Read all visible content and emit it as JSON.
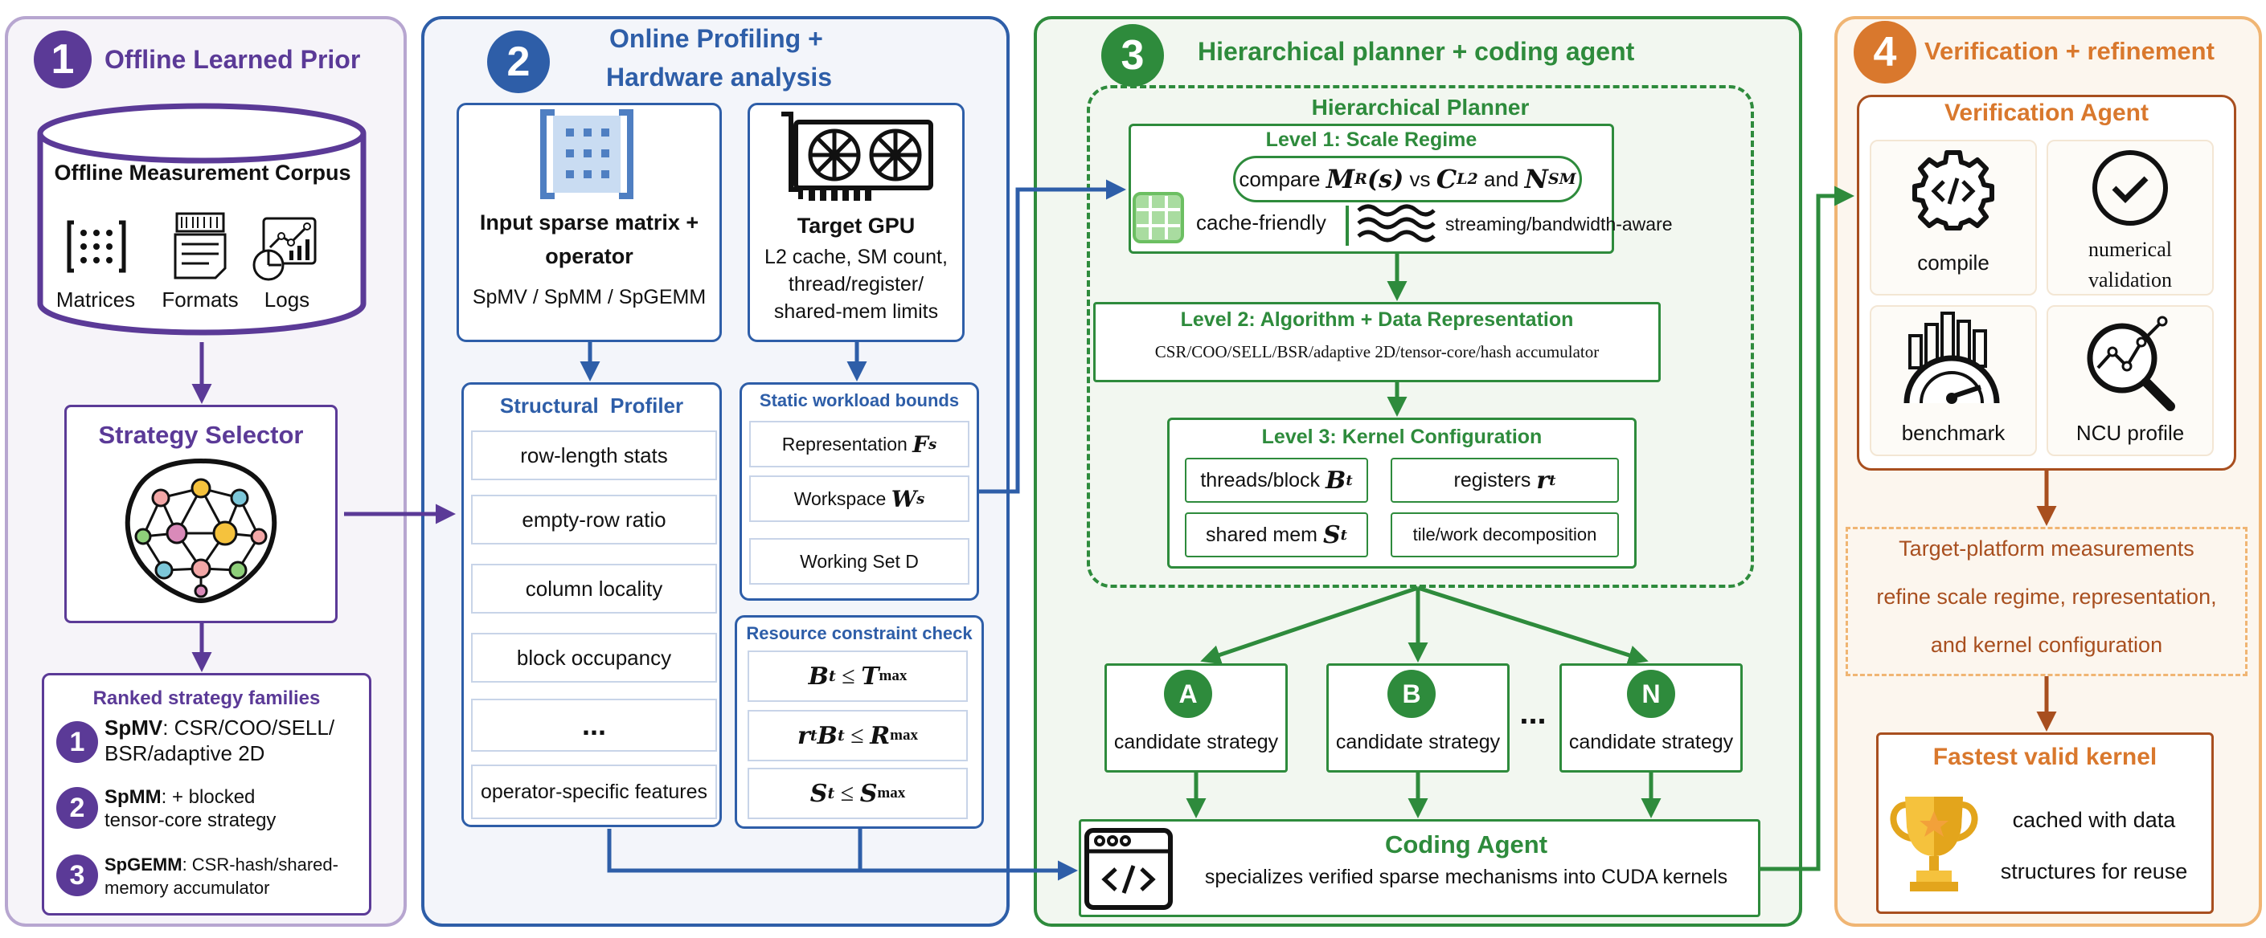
{
  "colors": {
    "purple": "#5b3a97",
    "purple_bg": "#f6f4f9",
    "purple_border": "#b7a6d0",
    "blue": "#2e5ea8",
    "blue_bg": "#f3f5fa",
    "green": "#2e8b3c",
    "green_bg": "#f2f7f0",
    "orange": "#d9782d",
    "orange_bg": "#fcf6ee",
    "brown": "#a84f1f"
  },
  "panel1": {
    "number": "1",
    "title": "Offline Learned Prior",
    "corpus_title": "Offline Measurement Corpus",
    "corpus_items": [
      "Matrices",
      "Formats",
      "Logs"
    ],
    "selector_title": "Strategy Selector",
    "ranked_title": "Ranked strategy families",
    "families": [
      {
        "num": "1",
        "name": "SpMV",
        "line1": ": CSR/COO/SELL/",
        "line2": "BSR/adaptive 2D"
      },
      {
        "num": "2",
        "name": "SpMM",
        "line1": ": + blocked",
        "line2": "tensor-core strategy"
      },
      {
        "num": "3",
        "name": "SpGEMM",
        "line1": ": CSR-hash/shared-",
        "line2": "memory accumulator"
      }
    ]
  },
  "panel2": {
    "number": "2",
    "title_line1": "Online Profiling +",
    "title_line2": "Hardware analysis",
    "input_line1": "Input sparse matrix +",
    "input_line2": "operator",
    "input_ops": "SpMV / SpMM / SpGEMM",
    "gpu_title": "Target GPU",
    "gpu_lines": [
      "L2 cache, SM count,",
      "thread/register/",
      "shared-mem limits"
    ],
    "profiler_title": "Structural  Profiler",
    "profiler_items": [
      "row-length stats",
      "empty-row ratio",
      "column locality",
      "block occupancy",
      "...",
      "operator-specific features"
    ],
    "static_title": "Static workload bounds",
    "static_items": [
      {
        "label": "Representation ",
        "sym": "F",
        "sub": "s"
      },
      {
        "label": "Workspace ",
        "sym": "W",
        "sub": "s"
      },
      {
        "label": "Working Set D",
        "sym": "",
        "sub": ""
      }
    ],
    "resource_title": "Resource constraint check",
    "constraints": [
      {
        "lhs": "B",
        "lsub": "t",
        "op": " ≤ ",
        "rhs": "T",
        "rsub": "max"
      },
      {
        "lhs": "r",
        "lsub": "t",
        "lhs2": "B",
        "lsub2": "t",
        "op": " ≤ ",
        "rhs": "R",
        "rsub": "max"
      },
      {
        "lhs": "S",
        "lsub": "t",
        "op": " ≤ ",
        "rhs": "S",
        "rsub": "max"
      }
    ]
  },
  "panel3": {
    "number": "3",
    "title": "Hierarchical planner + coding agent",
    "planner_title": "Hierarchical Planner",
    "level1_title": "Level 1: Scale Regime",
    "level1_compare": "compare",
    "level1_vs": "vs",
    "level1_and": "and",
    "sym_m": "M",
    "sym_m_sub": "R",
    "sym_m_arg": "(s)",
    "sym_c": "C",
    "sym_c_sub": "L2",
    "sym_n": "N",
    "sym_n_sub": "SM",
    "cache_label": "cache-friendly",
    "stream_label": "streaming/bandwidth-aware",
    "level2_title": "Level 2: Algorithm + Data Representation",
    "level2_sub": "CSR/COO/SELL/BSR/adaptive 2D/tensor-core/hash accumulator",
    "level3_title": "Level 3: Kernel Configuration",
    "cfg": [
      {
        "label": "threads/block ",
        "sym": "B",
        "sub": "t"
      },
      {
        "label": "registers ",
        "sym": "r",
        "sub": "t"
      },
      {
        "label": "shared mem ",
        "sym": "S",
        "sub": "t"
      },
      {
        "label": "tile/work decomposition",
        "sym": "",
        "sub": ""
      }
    ],
    "candidates": [
      {
        "letter": "A",
        "label": "candidate strategy"
      },
      {
        "letter": "B",
        "label": "candidate strategy"
      },
      {
        "letter": "N",
        "label": "candidate strategy"
      }
    ],
    "ellipsis": "...",
    "coding_title": "Coding Agent",
    "coding_sub": "specializes verified sparse mechanisms into CUDA kernels"
  },
  "panel4": {
    "number": "4",
    "title": "Verification + refinement",
    "verify_title": "Verification Agent",
    "verify_items": [
      {
        "label1": "compile",
        "label2": "",
        "icon": "gear-code-icon"
      },
      {
        "label1": "numerical",
        "label2": "validation",
        "icon": "check-circle-icon"
      },
      {
        "label1": "benchmark",
        "label2": "",
        "icon": "gauge-icon"
      },
      {
        "label1": "NCU profile",
        "label2": "",
        "icon": "magnifier-chart-icon"
      }
    ],
    "refine_lines": [
      "Target-platform measurements",
      "refine scale regime, representation,",
      "and kernel configuration"
    ],
    "fastest_title": "Fastest valid kernel",
    "fastest_lines": [
      "cached with data",
      "structures for reuse"
    ]
  }
}
